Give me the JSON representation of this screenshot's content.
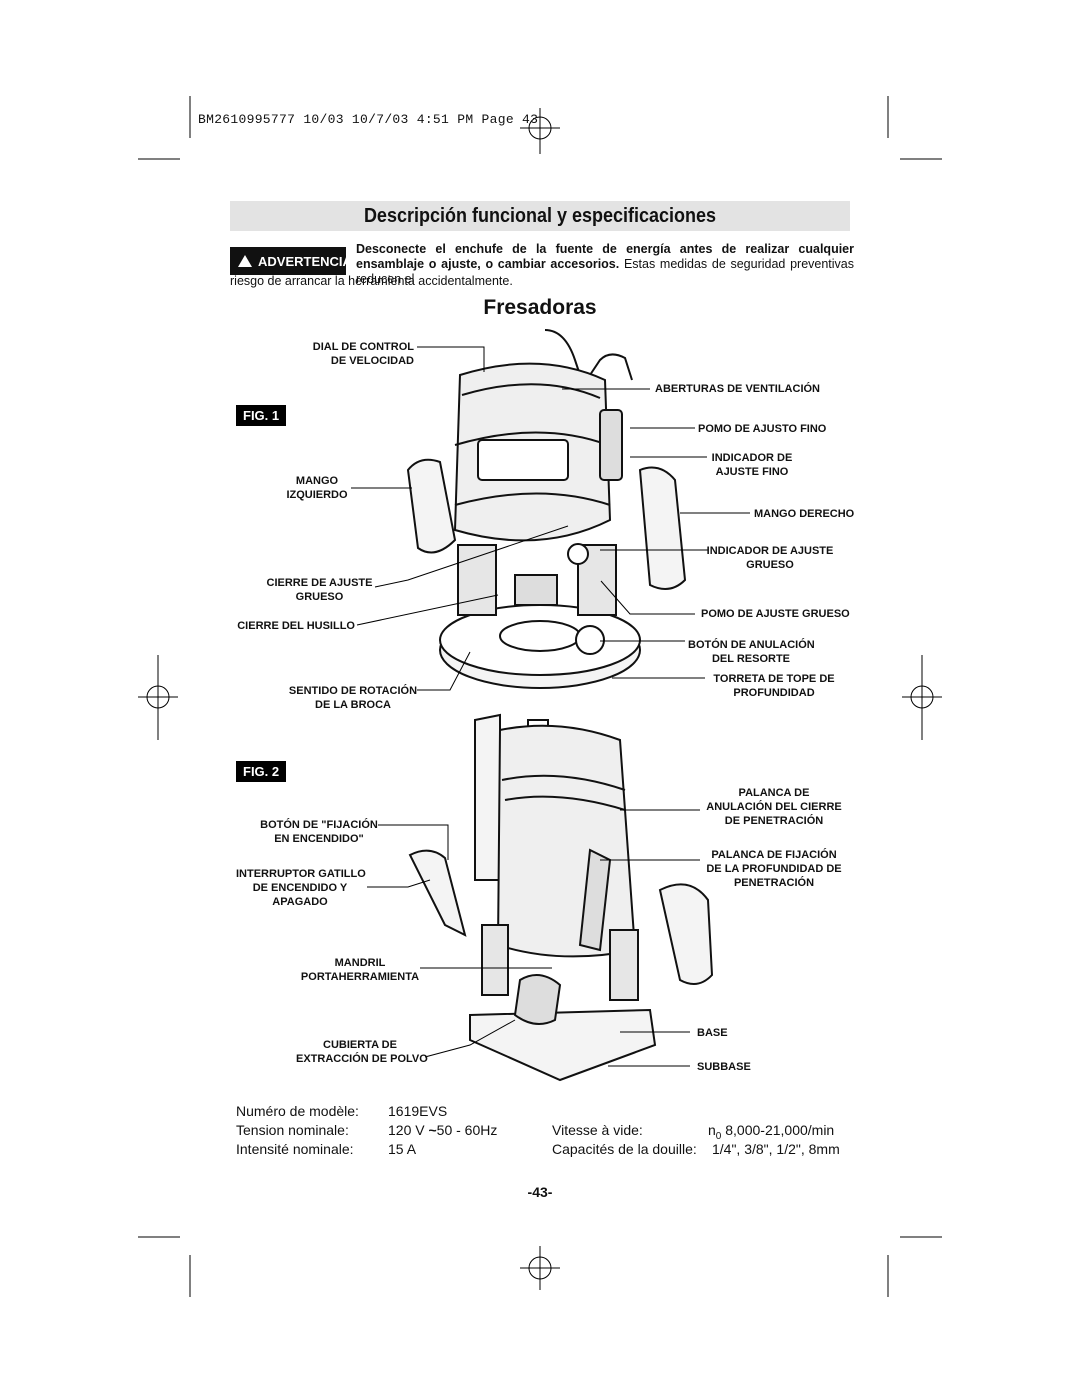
{
  "slug": "BM2610995777 10/03   10/7/03   4:51 PM   Page 43",
  "title": "Descripción funcional y especificaciones",
  "warning": {
    "badge": "ADVERTENCIA",
    "bold_text": "Desconecte el enchufe de la fuente de energía antes de realizar cualquier ensamblaje o ajuste, o cambiar accesorios.",
    "text_tail": " Estas medidas de seguridad preventivas reducen el",
    "text_line2": "riesgo de arrancar la herramienta accidentalmente."
  },
  "subtitle": "Fresadoras",
  "fig1": {
    "label": "FIG. 1",
    "left_labels": [
      {
        "l1": "DIAL DE CONTROL",
        "l2": "DE VELOCIDAD"
      },
      {
        "l1": "MANGO",
        "l2": "IZQUIERDO"
      },
      {
        "l1": "CIERRE DE AJUSTE",
        "l2": "GRUESO"
      },
      {
        "l1": "CIERRE DEL HUSILLO",
        "l2": ""
      },
      {
        "l1": "SENTIDO DE ROTACIÓN",
        "l2": "DE LA BROCA"
      }
    ],
    "right_labels": [
      {
        "l1": "ABERTURAS DE VENTILACIÓN",
        "l2": ""
      },
      {
        "l1": "POMO DE AJUSTO FINO",
        "l2": ""
      },
      {
        "l1": "INDICADOR DE",
        "l2": "AJUSTE FINO"
      },
      {
        "l1": "MANGO DERECHO",
        "l2": ""
      },
      {
        "l1": "INDICADOR DE AJUSTE",
        "l2": "GRUESO"
      },
      {
        "l1": "POMO DE AJUSTE GRUESO",
        "l2": ""
      },
      {
        "l1": "BOTÓN DE ANULACIÓN",
        "l2": "DEL RESORTE"
      },
      {
        "l1": "TORRETA DE TOPE DE",
        "l2": "PROFUNDIDAD"
      }
    ]
  },
  "fig2": {
    "label": "FIG. 2",
    "left_labels": [
      {
        "l1": "BOTÓN DE \"FIJACIÓN",
        "l2": "EN ENCENDIDO\"",
        "l3": ""
      },
      {
        "l1": "INTERRUPTOR GATILLO",
        "l2": "DE ENCENDIDO Y",
        "l3": "APAGADO"
      },
      {
        "l1": "MANDRIL",
        "l2": "PORTAHERRAMIENTA",
        "l3": ""
      },
      {
        "l1": "CUBIERTA DE",
        "l2": "EXTRACCIÓN DE POLVO",
        "l3": ""
      }
    ],
    "right_labels": [
      {
        "l1": "PALANCA DE",
        "l2": "ANULACIÓN DEL CIERRE",
        "l3": "DE PENETRACIÓN"
      },
      {
        "l1": "PALANCA DE FIJACIÓN",
        "l2": "DE LA PROFUNDIDAD DE",
        "l3": "PENETRACIÓN"
      },
      {
        "l1": "BASE",
        "l2": "",
        "l3": ""
      },
      {
        "l1": "SUBBASE",
        "l2": "",
        "l3": ""
      }
    ]
  },
  "specs": {
    "model_label": "Numéro de modèle:",
    "model_value": "1619EVS",
    "voltage_label": "Tension nominale:",
    "voltage_value": "120 V",
    "ac_symbol": "~",
    "freq_value": "50 - 60Hz",
    "current_label": "Intensité nominale:",
    "current_value": "15 A",
    "speed_label": "Vitesse à vide:",
    "speed_prefix": "n",
    "speed_sub": "0",
    "speed_value": "8,000-21,000/min",
    "collet_label": "Capacités de la douille:",
    "collet_value": "1/4\", 3/8\", 1/2\", 8mm"
  },
  "page_number": "-43-"
}
